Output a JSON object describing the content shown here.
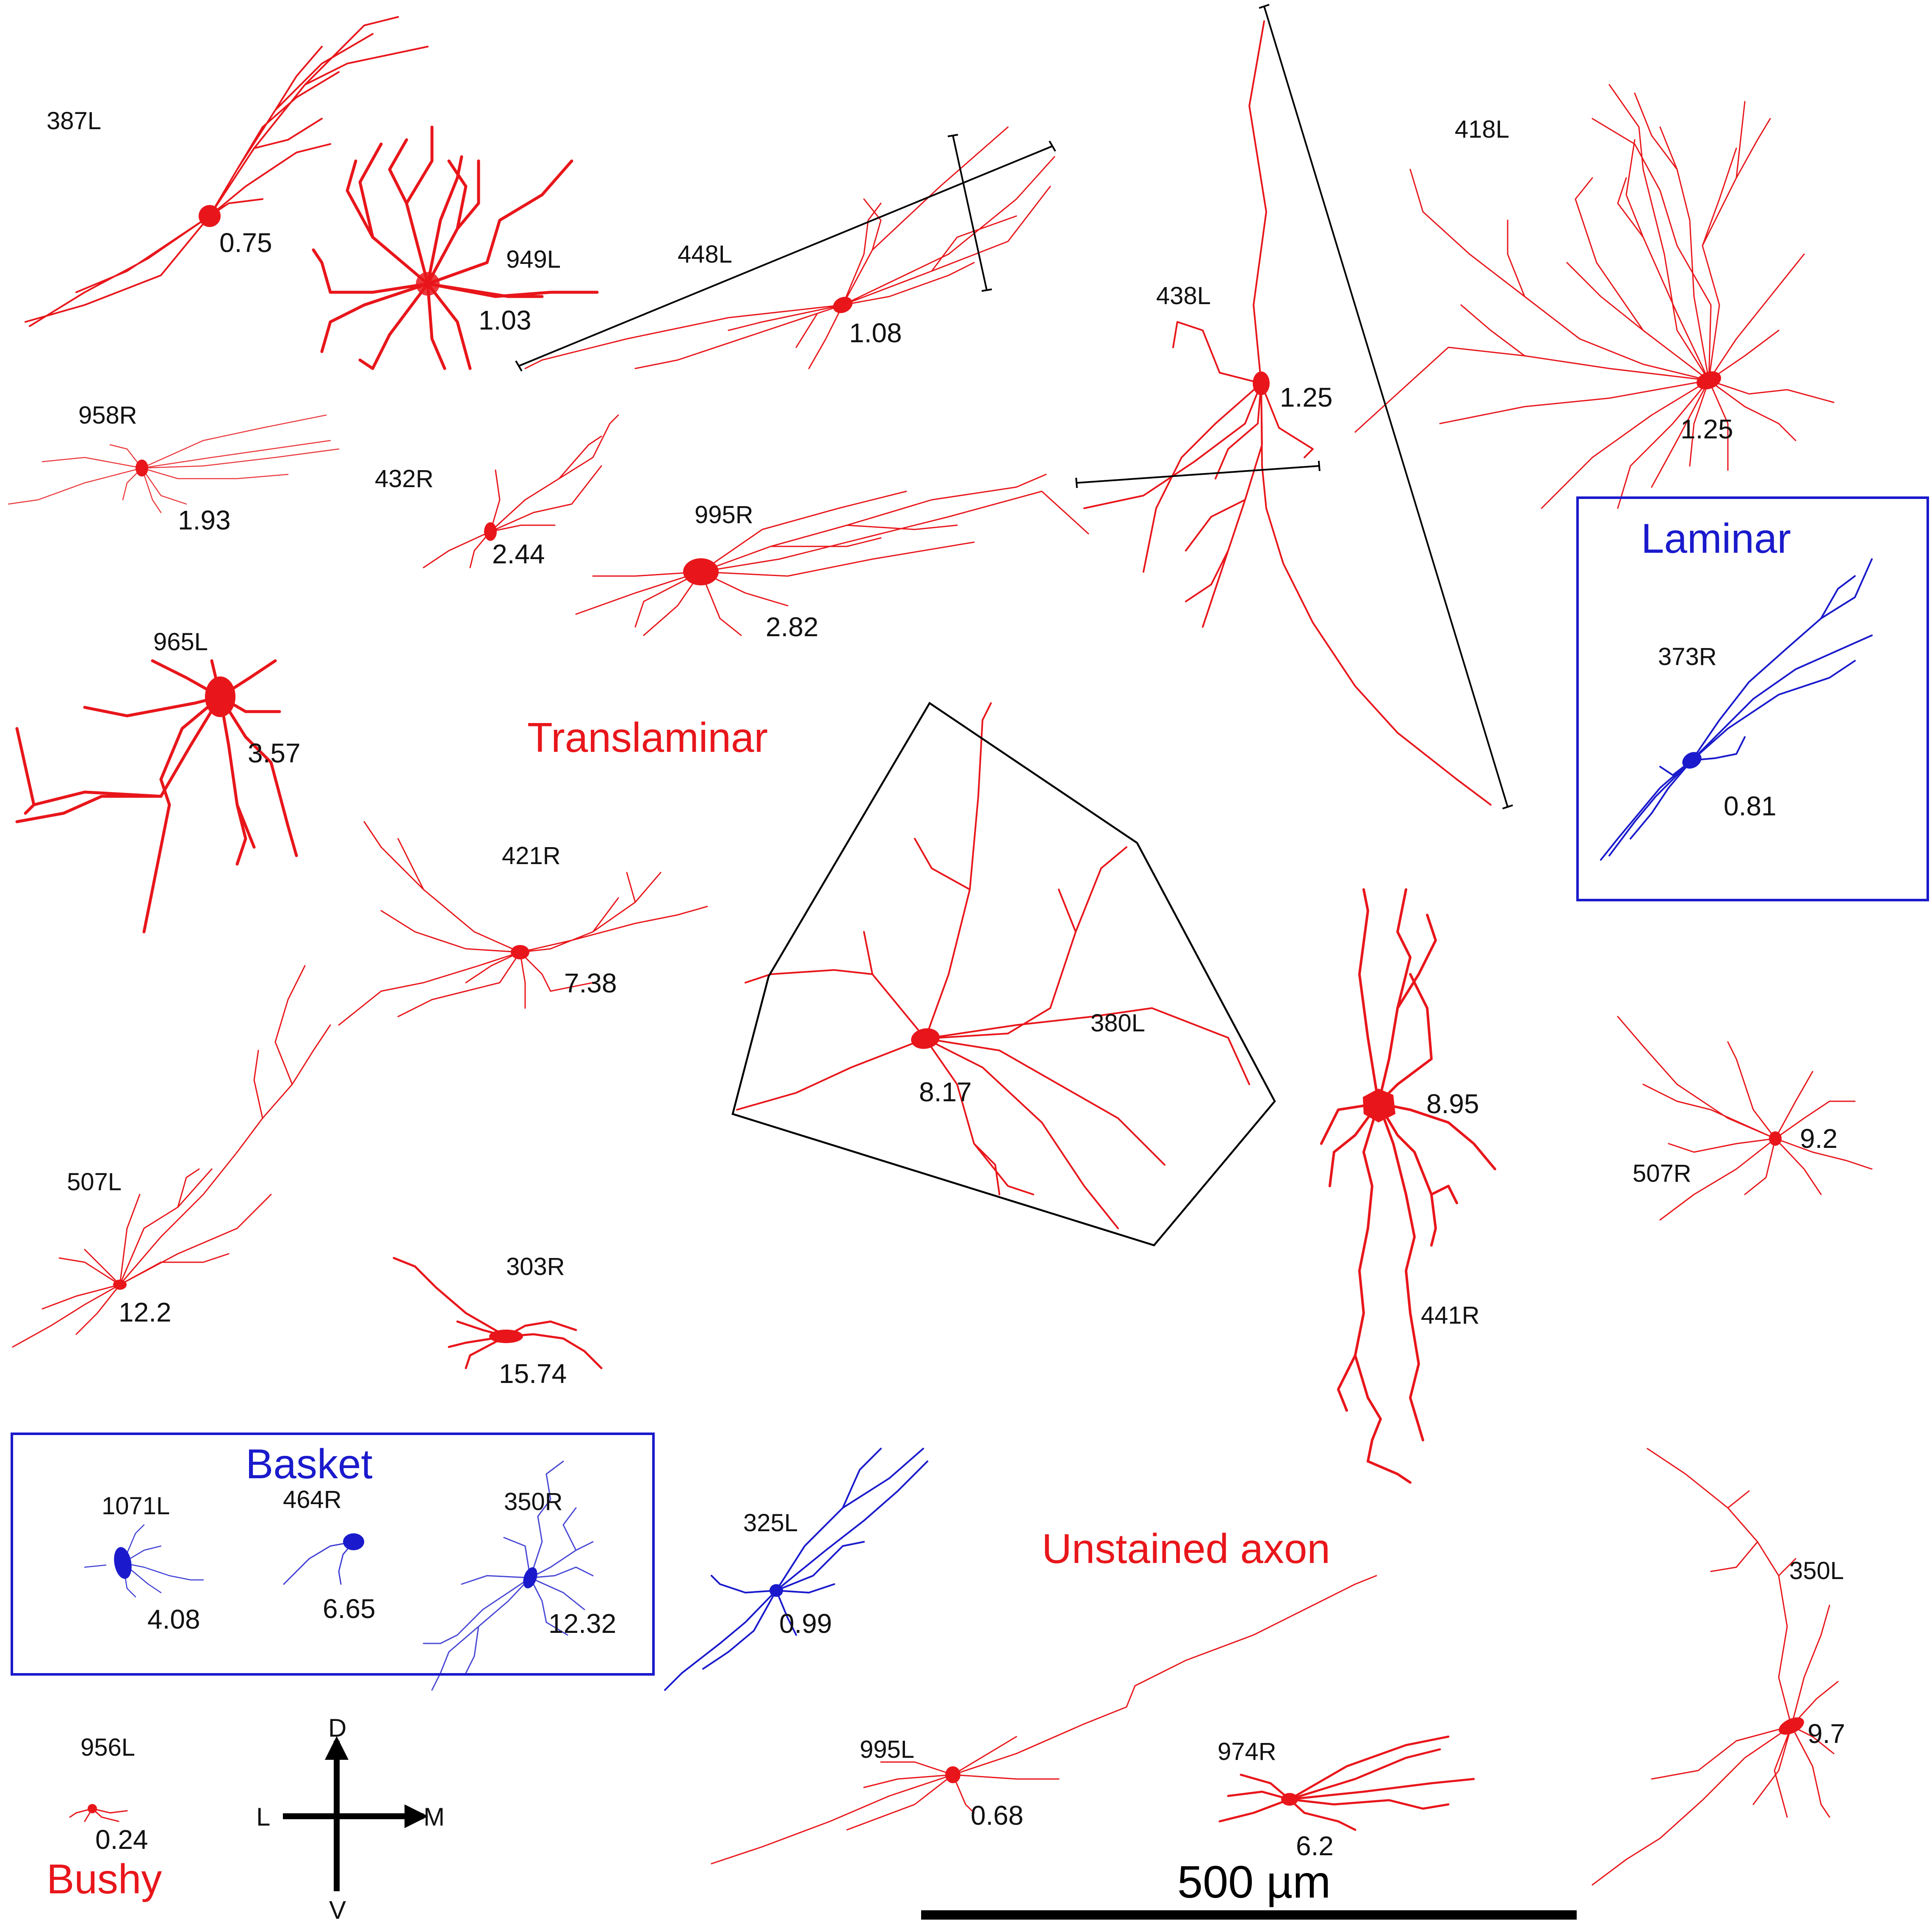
{
  "colors": {
    "translaminar": "#e8161b",
    "laminar": "#1a1acc",
    "text": "#111111",
    "line": "#000000"
  },
  "groups": {
    "translaminar": "Translaminar",
    "laminar": "Laminar",
    "basket": "Basket",
    "unstained": "Unstained axon",
    "bushy": "Bushy"
  },
  "neurons": {
    "n387L": {
      "id": "387L",
      "value": "0.75"
    },
    "n949L": {
      "id": "949L",
      "value": "1.03"
    },
    "n448L": {
      "id": "448L",
      "value": "1.08"
    },
    "n438L": {
      "id": "438L",
      "value": "1.25"
    },
    "n418L": {
      "id": "418L",
      "value": "1.25"
    },
    "n958R": {
      "id": "958R",
      "value": "1.93"
    },
    "n432R": {
      "id": "432R",
      "value": "2.44"
    },
    "n995R": {
      "id": "995R",
      "value": "2.82"
    },
    "n373R": {
      "id": "373R",
      "value": "0.81"
    },
    "n965L": {
      "id": "965L",
      "value": "3.57"
    },
    "n421R": {
      "id": "421R",
      "value": "7.38"
    },
    "n380L": {
      "id": "380L",
      "value": "8.17"
    },
    "n441R": {
      "id": "441R",
      "value": "8.95"
    },
    "n507R": {
      "id": "507R",
      "value": "9.2"
    },
    "n507L": {
      "id": "507L",
      "value": "12.2"
    },
    "n303R": {
      "id": "303R",
      "value": "15.74"
    },
    "n1071L": {
      "id": "1071L",
      "value": "4.08"
    },
    "n464R": {
      "id": "464R",
      "value": "6.65"
    },
    "n350R": {
      "id": "350R",
      "value": "12.32"
    },
    "n325L": {
      "id": "325L",
      "value": "0.99"
    },
    "n350L": {
      "id": "350L",
      "value": "9.7"
    },
    "n995L": {
      "id": "995L",
      "value": "0.68"
    },
    "n974R": {
      "id": "974R",
      "value": "6.2"
    },
    "n956L": {
      "id": "956L",
      "value": "0.24"
    }
  },
  "orientation": {
    "dorsal": "D",
    "ventral": "V",
    "lateral": "L",
    "medial": "M"
  },
  "scale_bar": {
    "label": "500 µm"
  }
}
